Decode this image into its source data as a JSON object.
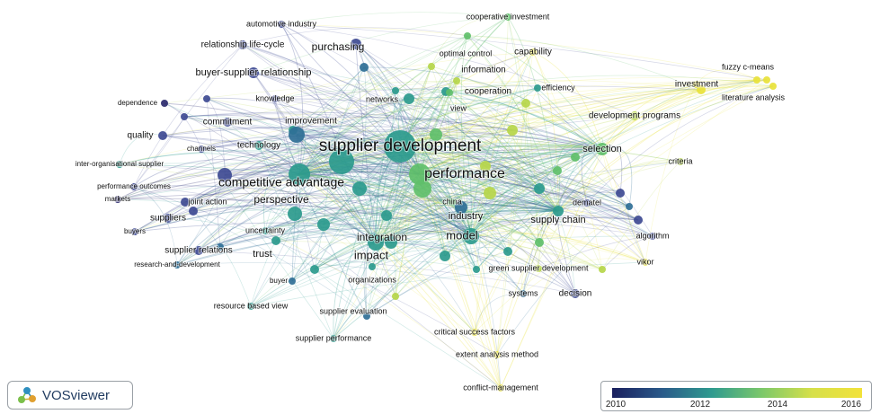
{
  "colors": {
    "c2010": "#2b2a6e",
    "c2011": "#3e4a93",
    "c2012": "#2f6f96",
    "c2013": "#2b9a8d",
    "c2014": "#5fbf6a",
    "c2015": "#b6d64a",
    "c2016": "#e8e23a"
  },
  "legend": {
    "ticks": [
      "2010",
      "2012",
      "2014",
      "2016"
    ]
  },
  "brand": {
    "name": "VOSviewer",
    "icon": "vosviewer-logo-icon"
  },
  "terms": [
    {
      "id": "supplier-development",
      "label": "supplier development",
      "year": 2013
    },
    {
      "id": "performance",
      "label": "performance",
      "year": 2014
    },
    {
      "id": "competitive-advantage",
      "label": "competitive advantage",
      "year": 2013
    },
    {
      "id": "perspective",
      "label": "perspective",
      "year": 2013
    },
    {
      "id": "model",
      "label": "model",
      "year": 2013
    },
    {
      "id": "industry",
      "label": "industry",
      "year": 2012
    },
    {
      "id": "impact",
      "label": "impact",
      "year": 2013
    },
    {
      "id": "integration",
      "label": "integration",
      "year": 2013
    },
    {
      "id": "supply-chain",
      "label": "supply chain",
      "year": 2013
    },
    {
      "id": "selection",
      "label": "selection",
      "year": 2014
    },
    {
      "id": "purchasing",
      "label": "purchasing",
      "year": 2011
    },
    {
      "id": "buyer-supplier-relationship",
      "label": "buyer-supplier relationship",
      "year": 2011
    },
    {
      "id": "relationship-life-cycle",
      "label": "relationship life-cycle",
      "year": 2011
    },
    {
      "id": "automotive-industry",
      "label": "automotive industry",
      "year": 2011
    },
    {
      "id": "cooperative-investment",
      "label": "cooperative investment",
      "year": 2014
    },
    {
      "id": "optimal-control",
      "label": "optimal control",
      "year": 2015
    },
    {
      "id": "capability",
      "label": "capability",
      "year": 2016
    },
    {
      "id": "information",
      "label": "information",
      "year": 2015
    },
    {
      "id": "cooperation",
      "label": "cooperation",
      "year": 2013
    },
    {
      "id": "efficiency",
      "label": "efficiency",
      "year": 2013
    },
    {
      "id": "fuzzy-c-means",
      "label": "fuzzy c-means",
      "year": 2016
    },
    {
      "id": "investment",
      "label": "investment",
      "year": 2016
    },
    {
      "id": "literature-analysis",
      "label": "literature analysis",
      "year": 2016
    },
    {
      "id": "development-programs",
      "label": "development programs",
      "year": 2015
    },
    {
      "id": "criteria",
      "label": "criteria",
      "year": 2015
    },
    {
      "id": "networks",
      "label": "networks",
      "year": 2013
    },
    {
      "id": "knowledge",
      "label": "knowledge",
      "year": 2011
    },
    {
      "id": "view",
      "label": "view",
      "year": 2014
    },
    {
      "id": "dependence",
      "label": "dependence",
      "year": 2010
    },
    {
      "id": "commitment",
      "label": "commitment",
      "year": 2011
    },
    {
      "id": "improvement",
      "label": "improvement",
      "year": 2013
    },
    {
      "id": "quality",
      "label": "quality",
      "year": 2011
    },
    {
      "id": "channels",
      "label": "channels",
      "year": 2011
    },
    {
      "id": "technology",
      "label": "technology",
      "year": 2013
    },
    {
      "id": "inter-organisational-supplier",
      "label": "inter-organisational supplier",
      "year": 2013
    },
    {
      "id": "performance-outcomes",
      "label": "performance outcomes",
      "year": 2011
    },
    {
      "id": "markets",
      "label": "markets",
      "year": 2010
    },
    {
      "id": "joint-action",
      "label": "joint action",
      "year": 2011
    },
    {
      "id": "suppliers",
      "label": "suppliers",
      "year": 2011
    },
    {
      "id": "buyers",
      "label": "buyers",
      "year": 2011
    },
    {
      "id": "uncertainty",
      "label": "uncertainty",
      "year": 2013
    },
    {
      "id": "supplier-relations",
      "label": "supplier relations",
      "year": 2011
    },
    {
      "id": "research-and-development",
      "label": "research-and-development",
      "year": 2012
    },
    {
      "id": "trust",
      "label": "trust",
      "year": 2013
    },
    {
      "id": "buyer",
      "label": "buyer",
      "year": 2012
    },
    {
      "id": "organizations",
      "label": "organizations",
      "year": 2013
    },
    {
      "id": "resource-based-view",
      "label": "resource based view",
      "year": 2013
    },
    {
      "id": "supplier-evaluation",
      "label": "supplier evaluation",
      "year": 2012
    },
    {
      "id": "supplier-performance",
      "label": "supplier performance",
      "year": 2013
    },
    {
      "id": "china",
      "label": "china",
      "year": 2014
    },
    {
      "id": "dematel",
      "label": "dematel",
      "year": 2011
    },
    {
      "id": "algorithm",
      "label": "algorithm",
      "year": 2011
    },
    {
      "id": "vikor",
      "label": "vikor",
      "year": 2016
    },
    {
      "id": "green-supplier-development",
      "label": "green supplier development",
      "year": 2015
    },
    {
      "id": "systems",
      "label": "systems",
      "year": 2012
    },
    {
      "id": "decision",
      "label": "decision",
      "year": 2011
    },
    {
      "id": "critical-success-factors",
      "label": "critical success factors",
      "year": 2016
    },
    {
      "id": "extent-analysis-method",
      "label": "extent analysis method",
      "year": 2016
    },
    {
      "id": "conflict-management",
      "label": "conflict-management",
      "year": 2016
    }
  ]
}
